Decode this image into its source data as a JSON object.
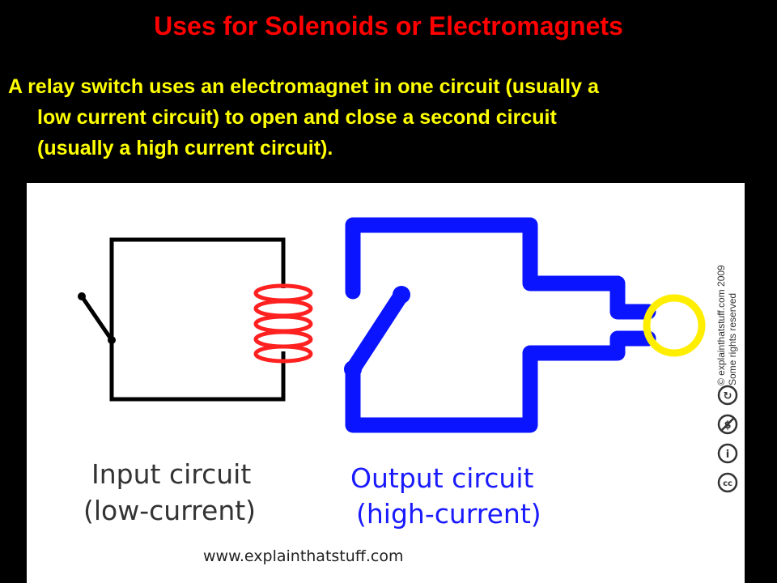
{
  "slide": {
    "title": "Uses for Solenoids or Electromagnets",
    "body_lines": [
      "A relay switch uses an electromagnet in one circuit (usually a",
      "low current circuit) to open and close a second circuit",
      "(usually a high current circuit)."
    ]
  },
  "diagram": {
    "input_caption": [
      "Input circuit",
      "(low-current)"
    ],
    "output_caption": [
      "Output circuit",
      "(high-current)"
    ],
    "url": "www.explainthatstuff.com",
    "copyright_lines": [
      "© explainthatstuff.com 2009",
      "Some rights reserved"
    ],
    "license_icons": [
      "creative-commons-icon",
      "attribution-icon",
      "noncommercial-icon",
      "sharealike-icon"
    ],
    "icon_labels": [
      "cc",
      "i",
      "$",
      "↻"
    ],
    "colors": {
      "title": "#ff0000",
      "body_text": "#ffff00",
      "input_wire": "#000000",
      "coil": "#ff0000",
      "output_wire": "#0000ff",
      "lamp": "#ffff00",
      "input_caption": "#333333",
      "output_caption": "#1a1aff"
    }
  }
}
